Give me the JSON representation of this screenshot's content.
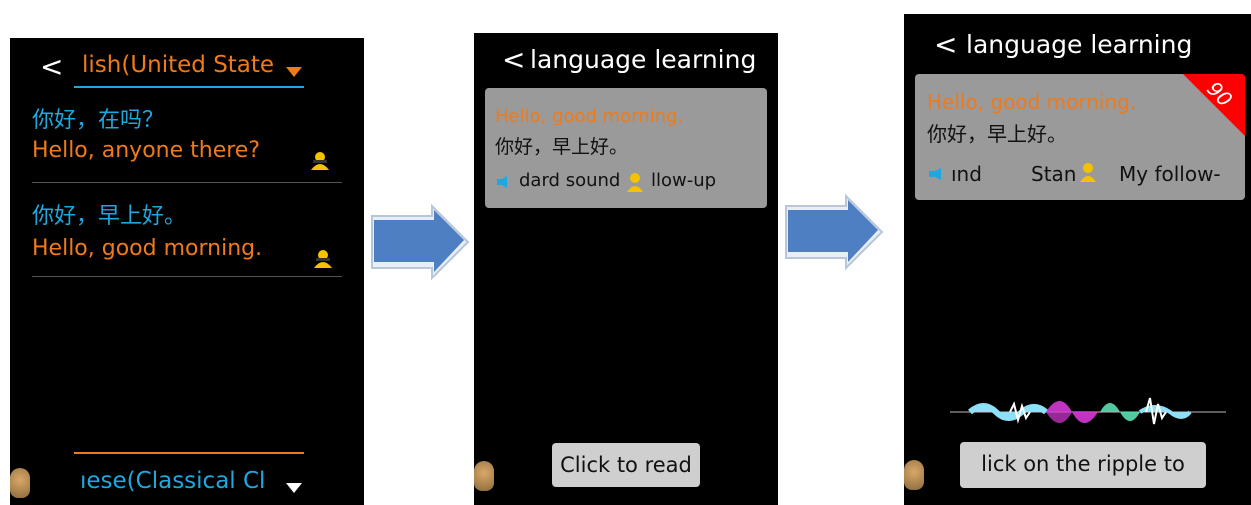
{
  "screen1": {
    "back_glyph": "<",
    "source_language": "lish(United State",
    "items": [
      {
        "source": "你好，在吗？",
        "target": "Hello, anyone there?"
      },
      {
        "source": "你好，早上好。",
        "target": "Hello, good morning."
      }
    ],
    "target_language": "ıese(Classical Cl"
  },
  "screen2": {
    "back_glyph": "<",
    "title": "language learning",
    "card": {
      "english": "Hello, good morning.",
      "chinese": "你好，早上好。",
      "controls_text_a": "dard sound",
      "controls_text_b": "llow-up"
    },
    "read_button": "Click to read"
  },
  "screen3": {
    "back_glyph": "<",
    "title": "language learning",
    "card": {
      "english": "Hello, good morning.",
      "chinese": "你好，早上好。",
      "ctrl_a": "ınd",
      "ctrl_b": "Stan",
      "ctrl_c": "My follow-"
    },
    "score": "90",
    "ripple_button": "lick on the ripple to"
  },
  "colors": {
    "accent_orange": "#f07a18",
    "accent_cyan": "#1fa8e0",
    "score_red": "#ff0000"
  }
}
